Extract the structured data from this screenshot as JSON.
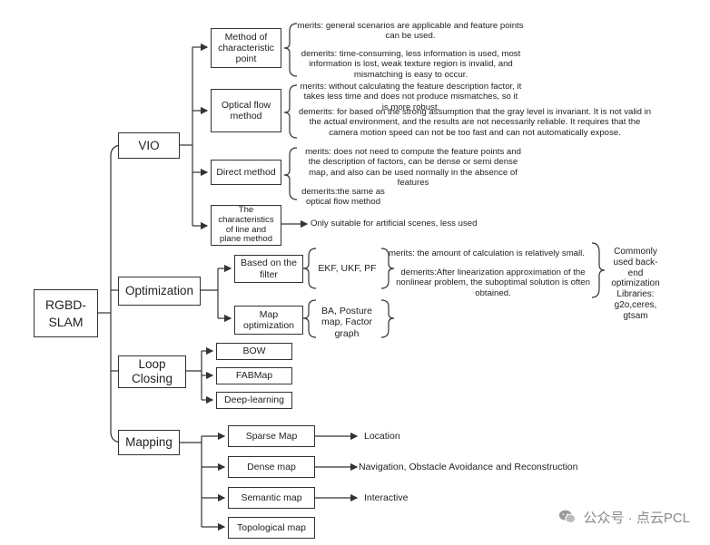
{
  "root": "RGBD-SLAM",
  "branches": {
    "vio": "VIO",
    "optimization": "Optimization",
    "loop_closing": "Loop Closing",
    "mapping": "Mapping"
  },
  "vio_methods": {
    "characteristic_point": "Method of characteristic point",
    "optical_flow": "Optical flow method",
    "direct": "Direct method",
    "line_plane": "The characteristics of line and plane method"
  },
  "vio_notes": {
    "cp_merits": "merits: general scenarios are applicable and feature points can be used.",
    "cp_demerits": "demerits: time-consuming, less information is used, most information is lost, weak texture region is invalid, and mismatching is easy to occur.",
    "of_merits": "merits: without calculating the feature description factor, it takes less time and does not produce mismatches, so it is more robust.",
    "of_demerits": "demerits: for based on the strong assumption that the gray level is invariant. It is not valid in the actual environment, and the results are not necessarily reliable. It requires that the camera motion speed can not be too fast and can not automatically expose.",
    "direct_merits": "merits: does not need to compute the feature points and the description of factors, can be dense or semi dense map, and also can be used normally in the absence of features",
    "direct_demerits": "demerits:the same as optical flow method",
    "line_plane_note": "Only suitable for artificial scenes, less used"
  },
  "optimization": {
    "filter": "Based on the filter",
    "filter_list": "EKF, UKF, PF",
    "filter_merits": "merits: the amount of calculation is relatively small.",
    "filter_demerits": "demerits:After linearization approximation of the nonlinear problem, the suboptimal solution is often obtained.",
    "map_opt": "Map optimization",
    "map_opt_list": "BA, Posture map, Factor graph",
    "libraries": "Commonly used back-end optimization Libraries: g2o,ceres, gtsam"
  },
  "loop_closing": {
    "bow": "BOW",
    "fabmap": "FABMap",
    "deep": "Deep-learning"
  },
  "mapping": {
    "sparse": "Sparse Map",
    "sparse_use": "Location",
    "dense": "Dense map",
    "dense_use": "Navigation, Obstacle Avoidance and Reconstruction",
    "semantic": "Semantic map",
    "semantic_use": "Interactive",
    "topological": "Topological map"
  },
  "watermark": "公众号 · 点云PCL"
}
